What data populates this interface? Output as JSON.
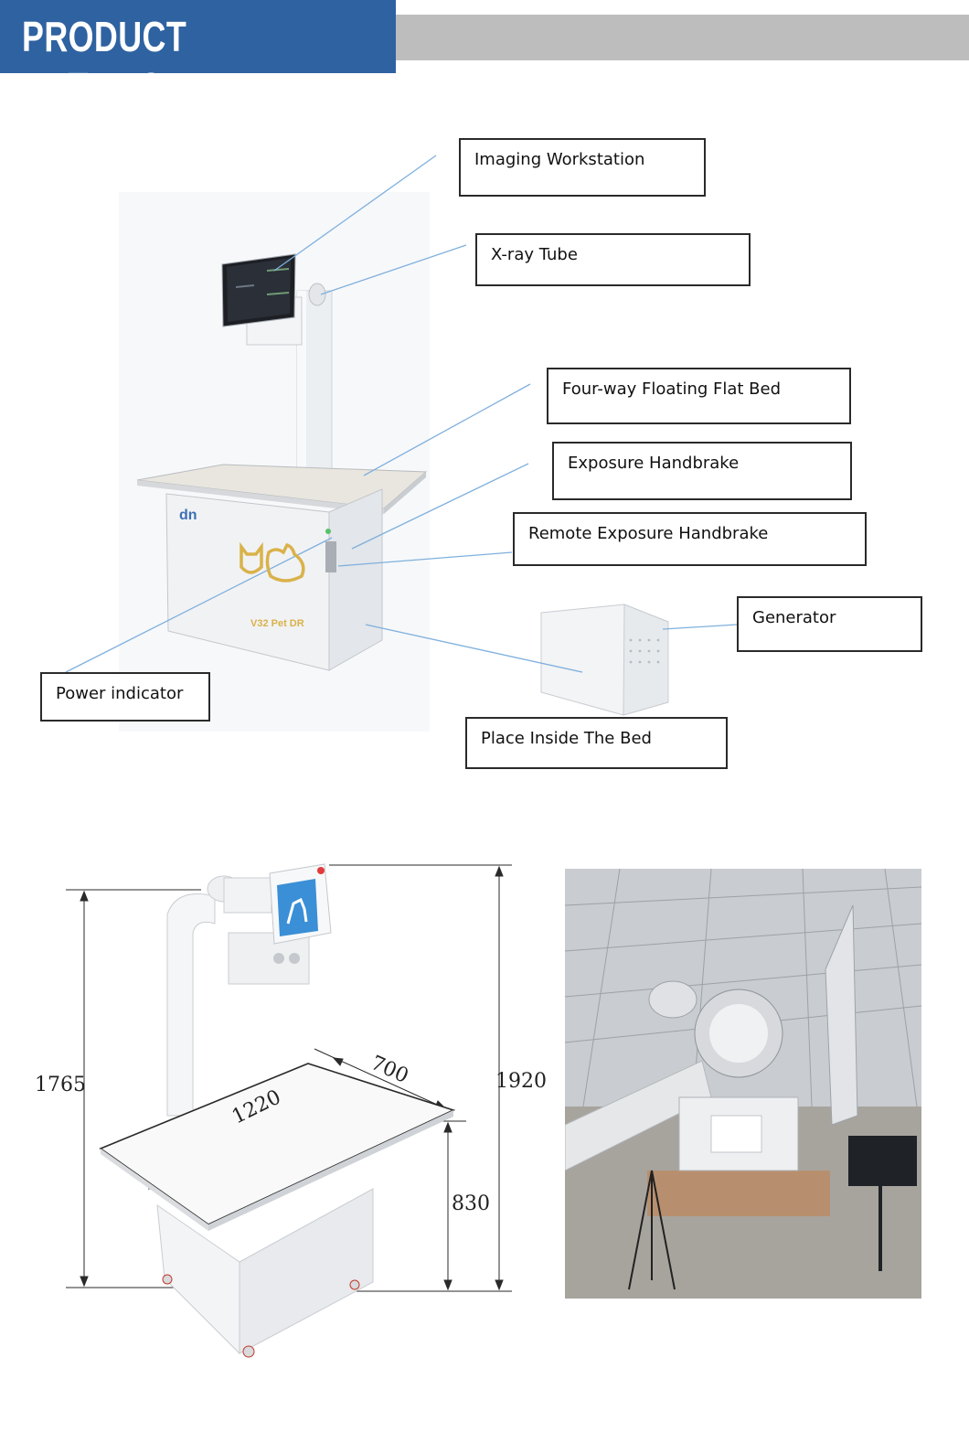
{
  "header": {
    "title": "PRODUCT DETAILS"
  },
  "product_top": {
    "brand_mark": "dn",
    "model_label": "V32 Pet DR"
  },
  "callouts": {
    "imaging_workstation": "Imaging Workstation",
    "xray_tube": "X-ray Tube",
    "flat_bed": "Four-way Floating Flat Bed",
    "exposure_handbrake": "Exposure Handbrake",
    "remote_exposure_handbrake": "Remote Exposure Handbrake",
    "generator": "Generator",
    "power_indicator": "Power indicator",
    "place_inside_bed": "Place Inside The Bed"
  },
  "dimensions": {
    "total_height_left": "1765",
    "total_height_right": "1920",
    "table_height": "830",
    "table_length": "1220",
    "table_width": "700"
  },
  "colors": {
    "header_blue": "#2f62a1",
    "header_gray": "#bdbdbd",
    "leader_line": "#7fb0dd",
    "logo_gold": "#d9b24a"
  }
}
